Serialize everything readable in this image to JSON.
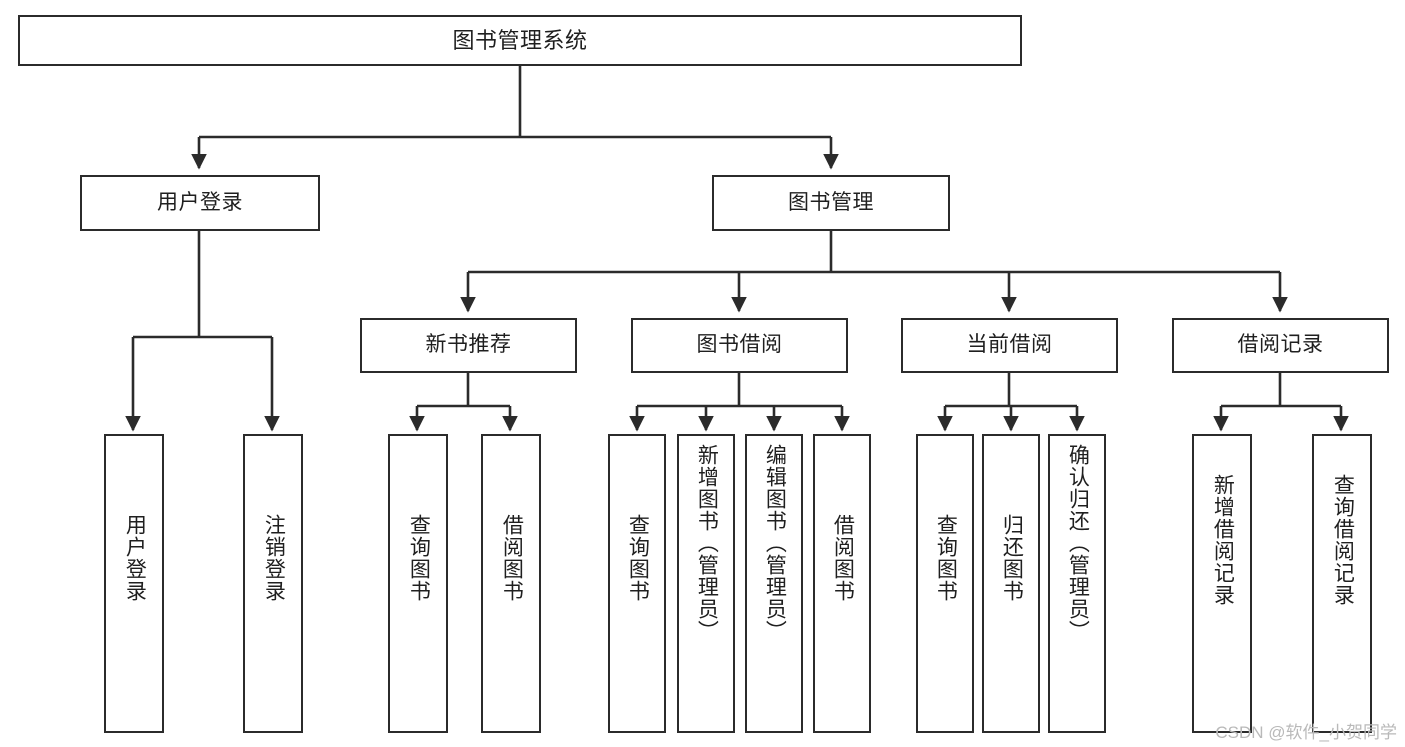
{
  "diagram": {
    "title": "图书管理系统",
    "type": "tree-hierarchy-chart",
    "theme": {
      "background": "#ffffff",
      "box_border": "#2b2b2b",
      "box_fill": "#ffffff",
      "edge_color": "#2b2b2b",
      "text_color": "#1f1f1f",
      "watermark_color": "#b9b9b9"
    }
  },
  "watermark": {
    "text": "CSDN @软件_小贺同学"
  },
  "nodes": {
    "root": {
      "label": "图书管理系统"
    },
    "level2": [
      {
        "id": "user-login",
        "label": "用户登录"
      },
      {
        "id": "book-manage",
        "label": "图书管理"
      }
    ],
    "level3": [
      {
        "id": "new-book-recommend",
        "label": "新书推荐"
      },
      {
        "id": "book-borrow",
        "label": "图书借阅"
      },
      {
        "id": "current-borrow",
        "label": "当前借阅"
      },
      {
        "id": "borrow-record",
        "label": "借阅记录"
      }
    ],
    "leaves": [
      {
        "id": "leaf-user-login",
        "parent": "user-login",
        "label": "用户登录"
      },
      {
        "id": "leaf-logout-login",
        "parent": "user-login",
        "label": "注销登录"
      },
      {
        "id": "leaf-query-book-1",
        "parent": "new-book-recommend",
        "label": "查询图书"
      },
      {
        "id": "leaf-borrow-book-1",
        "parent": "new-book-recommend",
        "label": "借阅图书"
      },
      {
        "id": "leaf-query-book-2",
        "parent": "book-borrow",
        "label": "查询图书"
      },
      {
        "id": "leaf-add-book",
        "parent": "book-borrow",
        "label": "新增图书（管理员）"
      },
      {
        "id": "leaf-edit-book",
        "parent": "book-borrow",
        "label": "编辑图书（管理员）"
      },
      {
        "id": "leaf-borrow-book-2",
        "parent": "book-borrow",
        "label": "借阅图书"
      },
      {
        "id": "leaf-query-book-3",
        "parent": "current-borrow",
        "label": "查询图书"
      },
      {
        "id": "leaf-return-book",
        "parent": "current-borrow",
        "label": "归还图书"
      },
      {
        "id": "leaf-confirm-return",
        "parent": "current-borrow",
        "label": "确认归还（管理员）"
      },
      {
        "id": "leaf-add-borrow-record",
        "parent": "borrow-record",
        "label": "新增借阅记录"
      },
      {
        "id": "leaf-query-borrow-record",
        "parent": "borrow-record",
        "label": "查询借阅记录"
      }
    ]
  }
}
